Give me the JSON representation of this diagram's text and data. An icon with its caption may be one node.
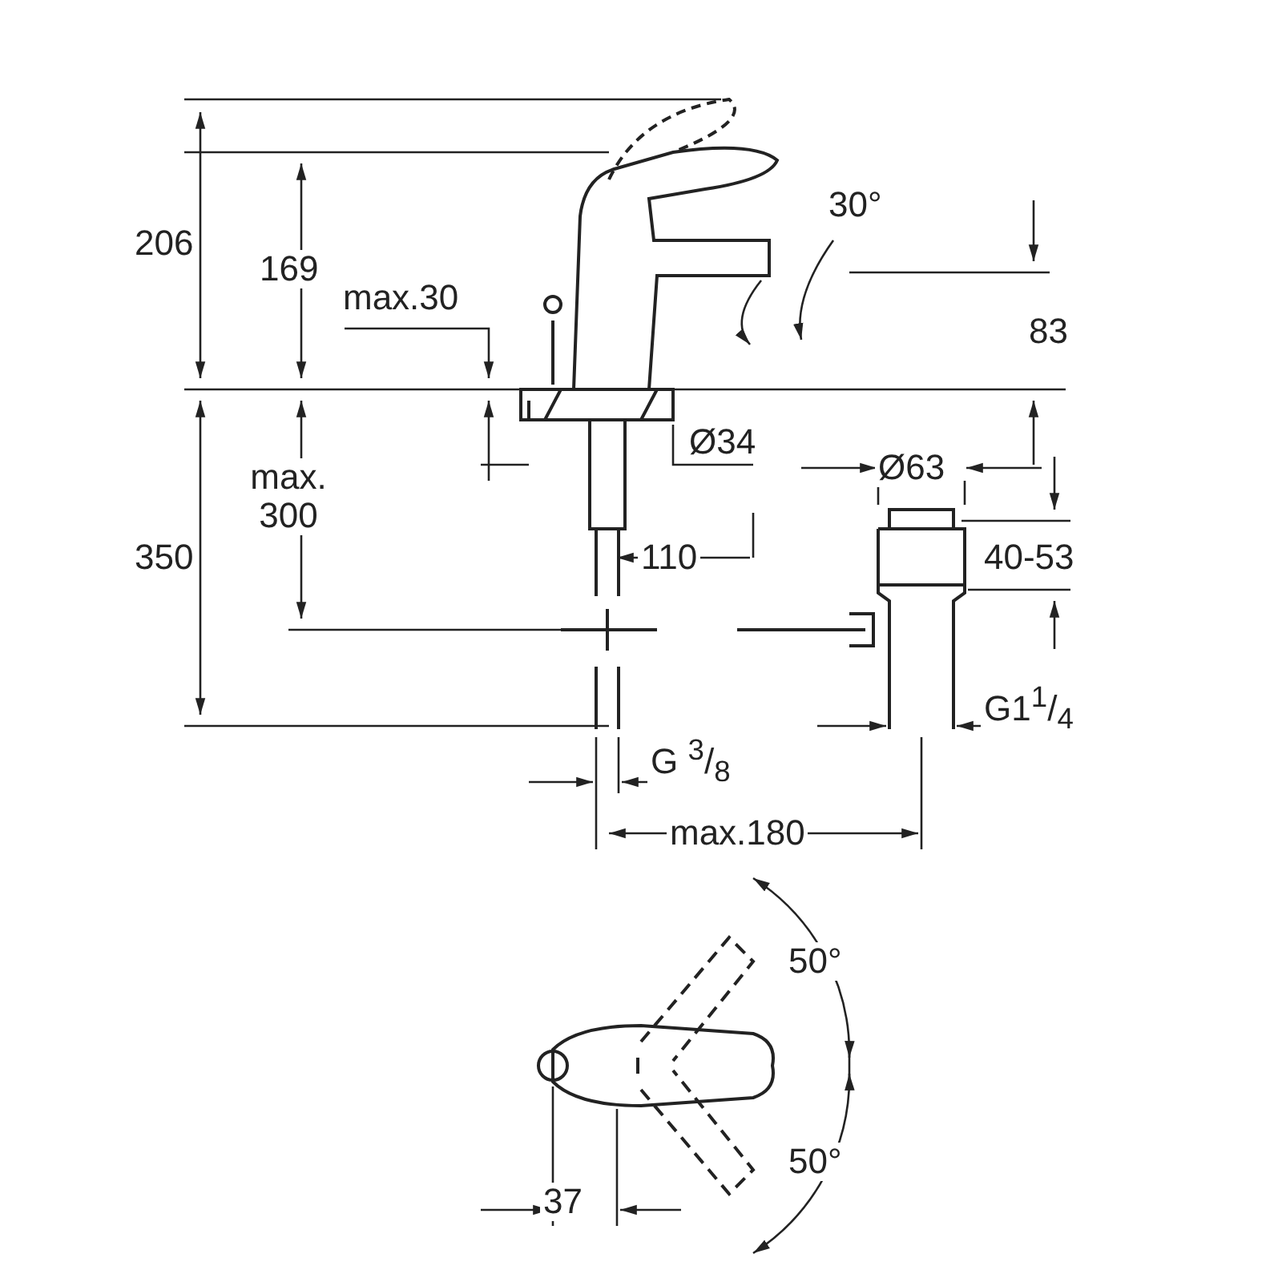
{
  "diagram": {
    "labels": [
      "206",
      "169",
      "max.30",
      "30°",
      "83",
      "Ø34",
      "Ø63",
      "max. 300",
      "350",
      "110",
      "40-53",
      "G1$^{1}$/$_{4}$",
      "G $^{3}$/$_{8}$",
      "max.180",
      "50°",
      "50°",
      "37"
    ]
  }
}
